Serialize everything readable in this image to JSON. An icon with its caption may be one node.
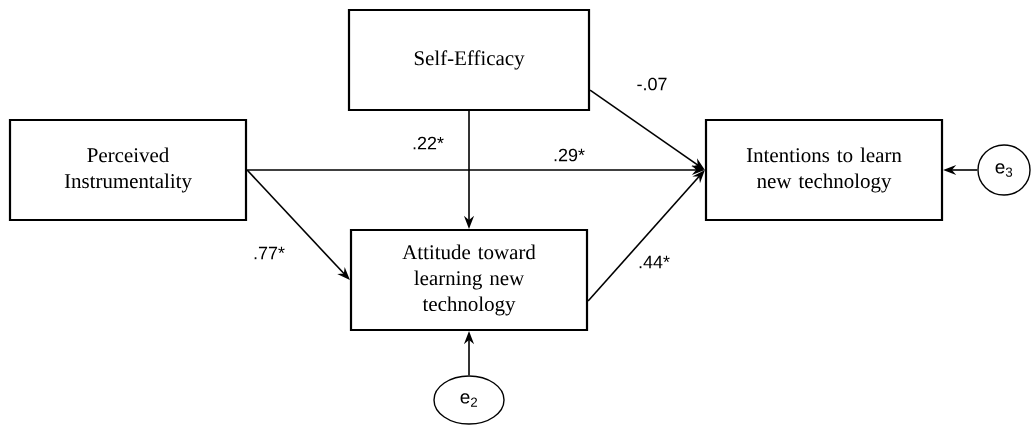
{
  "diagram": {
    "nodes": [
      {
        "text": [
          "Self-Efficacy"
        ]
      },
      {
        "text": [
          "Perceived Instrumentality"
        ]
      },
      {
        "text": [
          "Intentions to learn new technology"
        ]
      },
      {
        "text": [
          "Attitude toward learning new technology"
        ]
      },
      {
        "text": [
          "e$_{3}$"
        ]
      },
      {
        "text": [
          "e$_{2}$"
        ]
      }
    ],
    "edges": [
      {
        "from": 0,
        "to": 2,
        "arrow": "to",
        "label": "-.07"
      },
      {
        "from": 0,
        "to": 3,
        "arrow": "to",
        "label": ".22*"
      },
      {
        "from": 1,
        "to": 2,
        "arrow": "to",
        "label": ".29*"
      },
      {
        "from": 1,
        "to": 3,
        "arrow": "to",
        "label": ".77*"
      },
      {
        "from": 3,
        "to": 2,
        "arrow": "to",
        "label": ".44*"
      },
      {
        "from": 4,
        "to": 2,
        "arrow": "to"
      },
      {
        "from": 5,
        "to": 3,
        "arrow": "to"
      }
    ]
  }
}
